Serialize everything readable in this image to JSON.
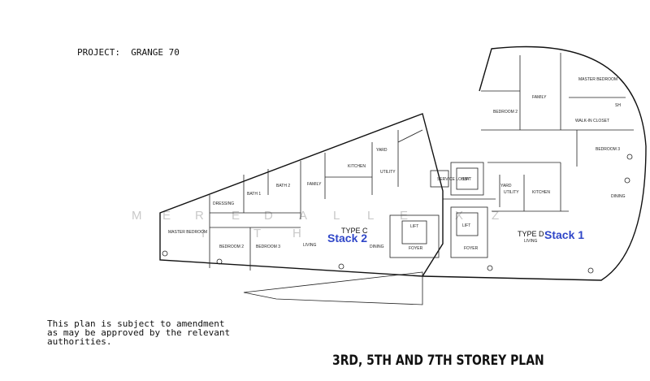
{
  "header": {
    "project": "PROJECT:  GRANGE 70"
  },
  "footer": {
    "note_lines": [
      "This plan is subject to amendment",
      "as may be approved by the relevant",
      "authorities."
    ],
    "storey_title": "3RD, 5TH AND 7TH STOREY PLAN"
  },
  "units": {
    "left": {
      "type_label": "TYPE C",
      "stack_label": "Stack 2"
    },
    "right": {
      "type_label": "TYPE D",
      "stack_label": "Stack 1"
    }
  },
  "rooms": {
    "master_bedroom_left": "MASTER BEDROOM",
    "bedroom2_left": "BEDROOM 2",
    "bedroom3_left": "BEDROOM 3",
    "dressing": "DRESSING",
    "bath1": "BATH 1",
    "bath2": "BATH 2",
    "family_left": "FAMILY",
    "kitchen_left": "KITCHEN",
    "yard_left": "YARD",
    "utility_left": "UTILITY",
    "living_left": "LIVING",
    "dining_left": "DINING",
    "foyer_left": "FOYER",
    "lift_left": "LIFT",
    "service_lobby": "SERVICE LOBBY",
    "lift_service": "LIFT",
    "lift_right": "LIFT",
    "foyer_right": "FOYER",
    "master_bedroom_right": "MASTER BEDROOM",
    "bedroom2_right": "BEDROOM 2",
    "family_right": "FAMILY",
    "walk_in_closet": "WALK-IN CLOSET",
    "bedroom3_right": "BEDROOM 3",
    "yard_right": "YARD",
    "utility_right": "UTILITY",
    "kitchen_right": "KITCHEN",
    "dining_right": "DINING",
    "living_right": "LIVING",
    "sh": "SH"
  },
  "watermark": {
    "letters": [
      "M",
      "E",
      "R",
      "E",
      "D",
      "I",
      "T",
      "H",
      "A",
      "L",
      "L",
      "E",
      "X",
      "Z"
    ]
  }
}
